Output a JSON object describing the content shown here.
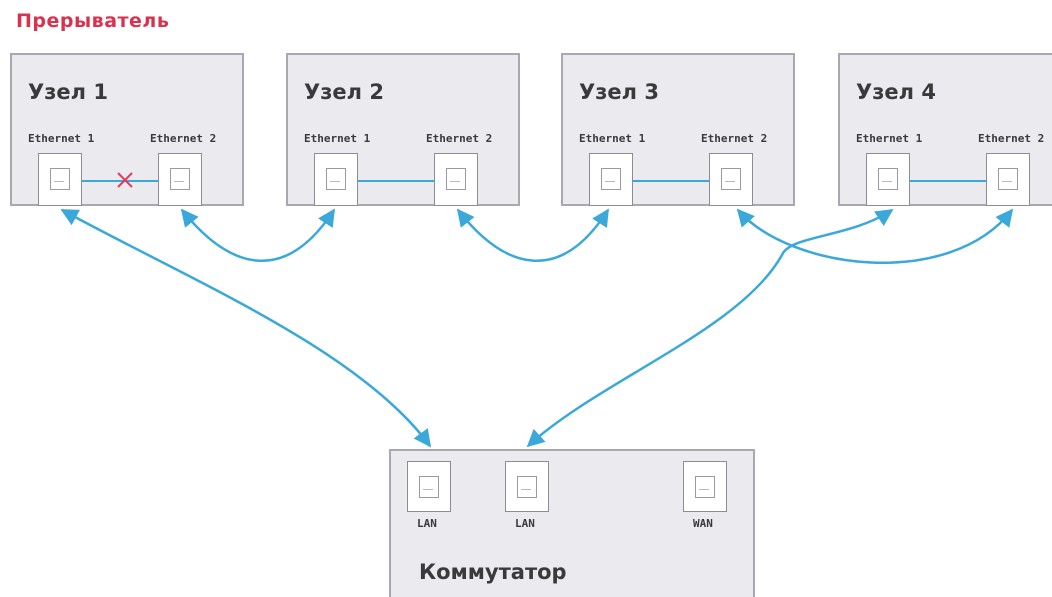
{
  "title": "Прерыватель",
  "colors": {
    "title": "#d9324f",
    "cable": "#3aa8d8",
    "break_mark": "#e23a58",
    "box_fill": "#ebebef",
    "box_border": "#a8a8b2"
  },
  "nodes": [
    {
      "name": "Узел 1",
      "port1": "Ethernet 1",
      "port2": "Ethernet 2",
      "link_broken": true
    },
    {
      "name": "Узел 2",
      "port1": "Ethernet 1",
      "port2": "Ethernet 2",
      "link_broken": false
    },
    {
      "name": "Узел 3",
      "port1": "Ethernet 1",
      "port2": "Ethernet 2",
      "link_broken": false
    },
    {
      "name": "Узел 4",
      "port1": "Ethernet 1",
      "port2": "Ethernet 2",
      "link_broken": false
    }
  ],
  "switch": {
    "name": "Коммутатор",
    "ports": [
      "LAN",
      "LAN",
      "WAN"
    ]
  }
}
